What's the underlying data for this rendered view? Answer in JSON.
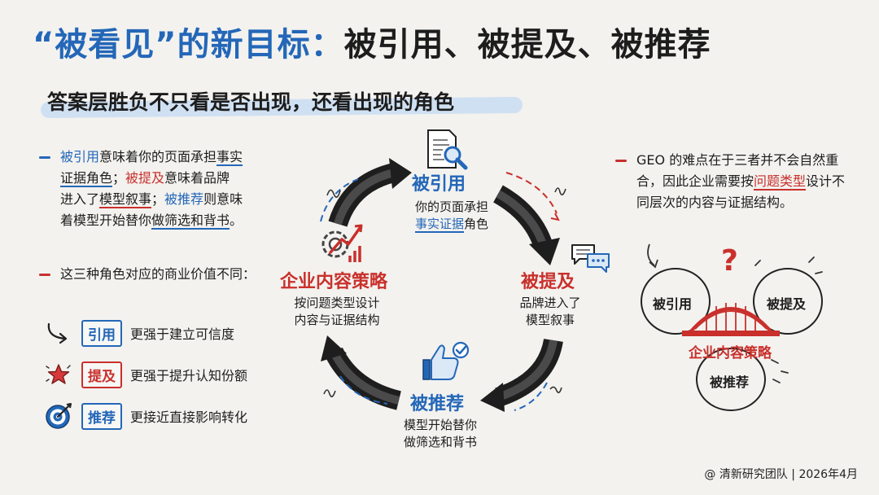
{
  "header": {
    "title_blue": "“被看见”的新目标：",
    "title_rest": "被引用、被提及、被推荐",
    "subtitle": "答案层胜负不只看是否出现，还看出现的角色"
  },
  "left": {
    "para1": {
      "a": "被引用",
      "b": "意味着你的页面承担",
      "c": "事实",
      "d": "证据角色",
      "e": "；",
      "f": "被提及",
      "g": "意味着品牌",
      "h": "进入了",
      "i": "模型叙事",
      "j": "；",
      "k": "被推荐",
      "l": "则意味",
      "m": "着模型开始替你",
      "n": "做筛选和背书",
      "o": "。"
    },
    "para2": "这三种角色对应的商业价值不同：",
    "roles": [
      {
        "tag": "引用",
        "desc": "更强于建立可信度",
        "icon": "curved-arrow-icon",
        "color": "#2467b8"
      },
      {
        "tag": "提及",
        "desc": "更强于提升认知份额",
        "icon": "star-icon",
        "color": "#c9302c"
      },
      {
        "tag": "推荐",
        "desc": "更接近直接影响转化",
        "icon": "target-icon",
        "color": "#2467b8"
      }
    ]
  },
  "cycle": {
    "top": {
      "label": "被引用",
      "desc1": "你的页面承担",
      "desc2a": "事实证据",
      "desc2b": "角色",
      "icon": "document-search-icon",
      "color": "#2467b8"
    },
    "right": {
      "label": "被提及",
      "desc1": "品牌进入了",
      "desc2": "模型叙事",
      "icon": "chat-bubbles-icon",
      "color": "#c9302c"
    },
    "bottom": {
      "label": "被推荐",
      "desc1": "模型开始替你",
      "desc2": "做筛选和背书",
      "icon": "thumbs-up-icon",
      "color": "#2467b8"
    },
    "left": {
      "label": "企业内容策略",
      "desc1": "按问题类型设计",
      "desc2": "内容与证据结构",
      "icon": "gear-chart-icon",
      "color": "#c9302c"
    }
  },
  "right": {
    "text_a": "GEO 的难点在于三者并不会自然重合，因此企业需要按",
    "text_b": "问题类型",
    "text_c": "设计不同层次的内容与证据结构。",
    "venn": {
      "a": "被引用",
      "b": "被提及",
      "c": "被推荐",
      "bridge": "企业内容策略",
      "mark": "?"
    }
  },
  "footer": "@ 清新研究团队 | 2026年4月",
  "colors": {
    "blue": "#2467b8",
    "red": "#c9302c",
    "dark": "#2a2a2a",
    "background": "#f3f2ef"
  }
}
